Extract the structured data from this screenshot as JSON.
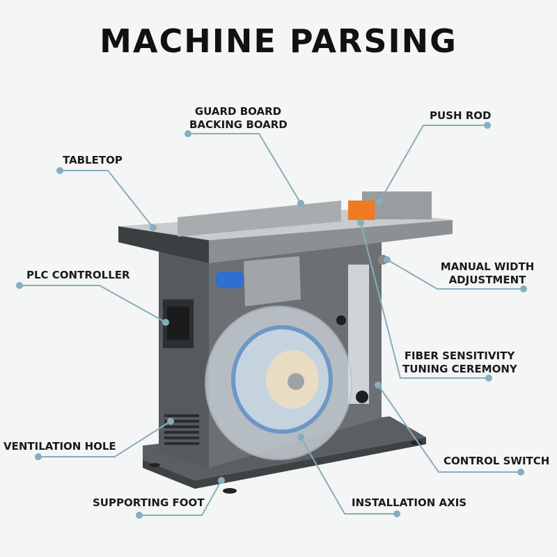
{
  "title": "MACHINE PARSING",
  "colors": {
    "leader": "#86aebd",
    "title": "#111111",
    "label": "#1a1a1a"
  },
  "labels": {
    "guard_board": [
      "GUARD BOARD",
      "BACKING BOARD"
    ],
    "push_rod": "PUSH ROD",
    "tabletop": "TABLETOP",
    "plc_controller": "PLC CONTROLLER",
    "manual_width": [
      "MANUAL WIDTH",
      "ADJUSTMENT"
    ],
    "fiber_sensitivity": [
      "FIBER SENSITIVITY",
      "TUNING CEREMONY"
    ],
    "ventilation_hole": "VENTILATION HOLE",
    "control_switch": "CONTROL SWITCH",
    "supporting_foot": "SUPPORTING FOOT",
    "installation_axis": "INSTALLATION AXIS"
  }
}
